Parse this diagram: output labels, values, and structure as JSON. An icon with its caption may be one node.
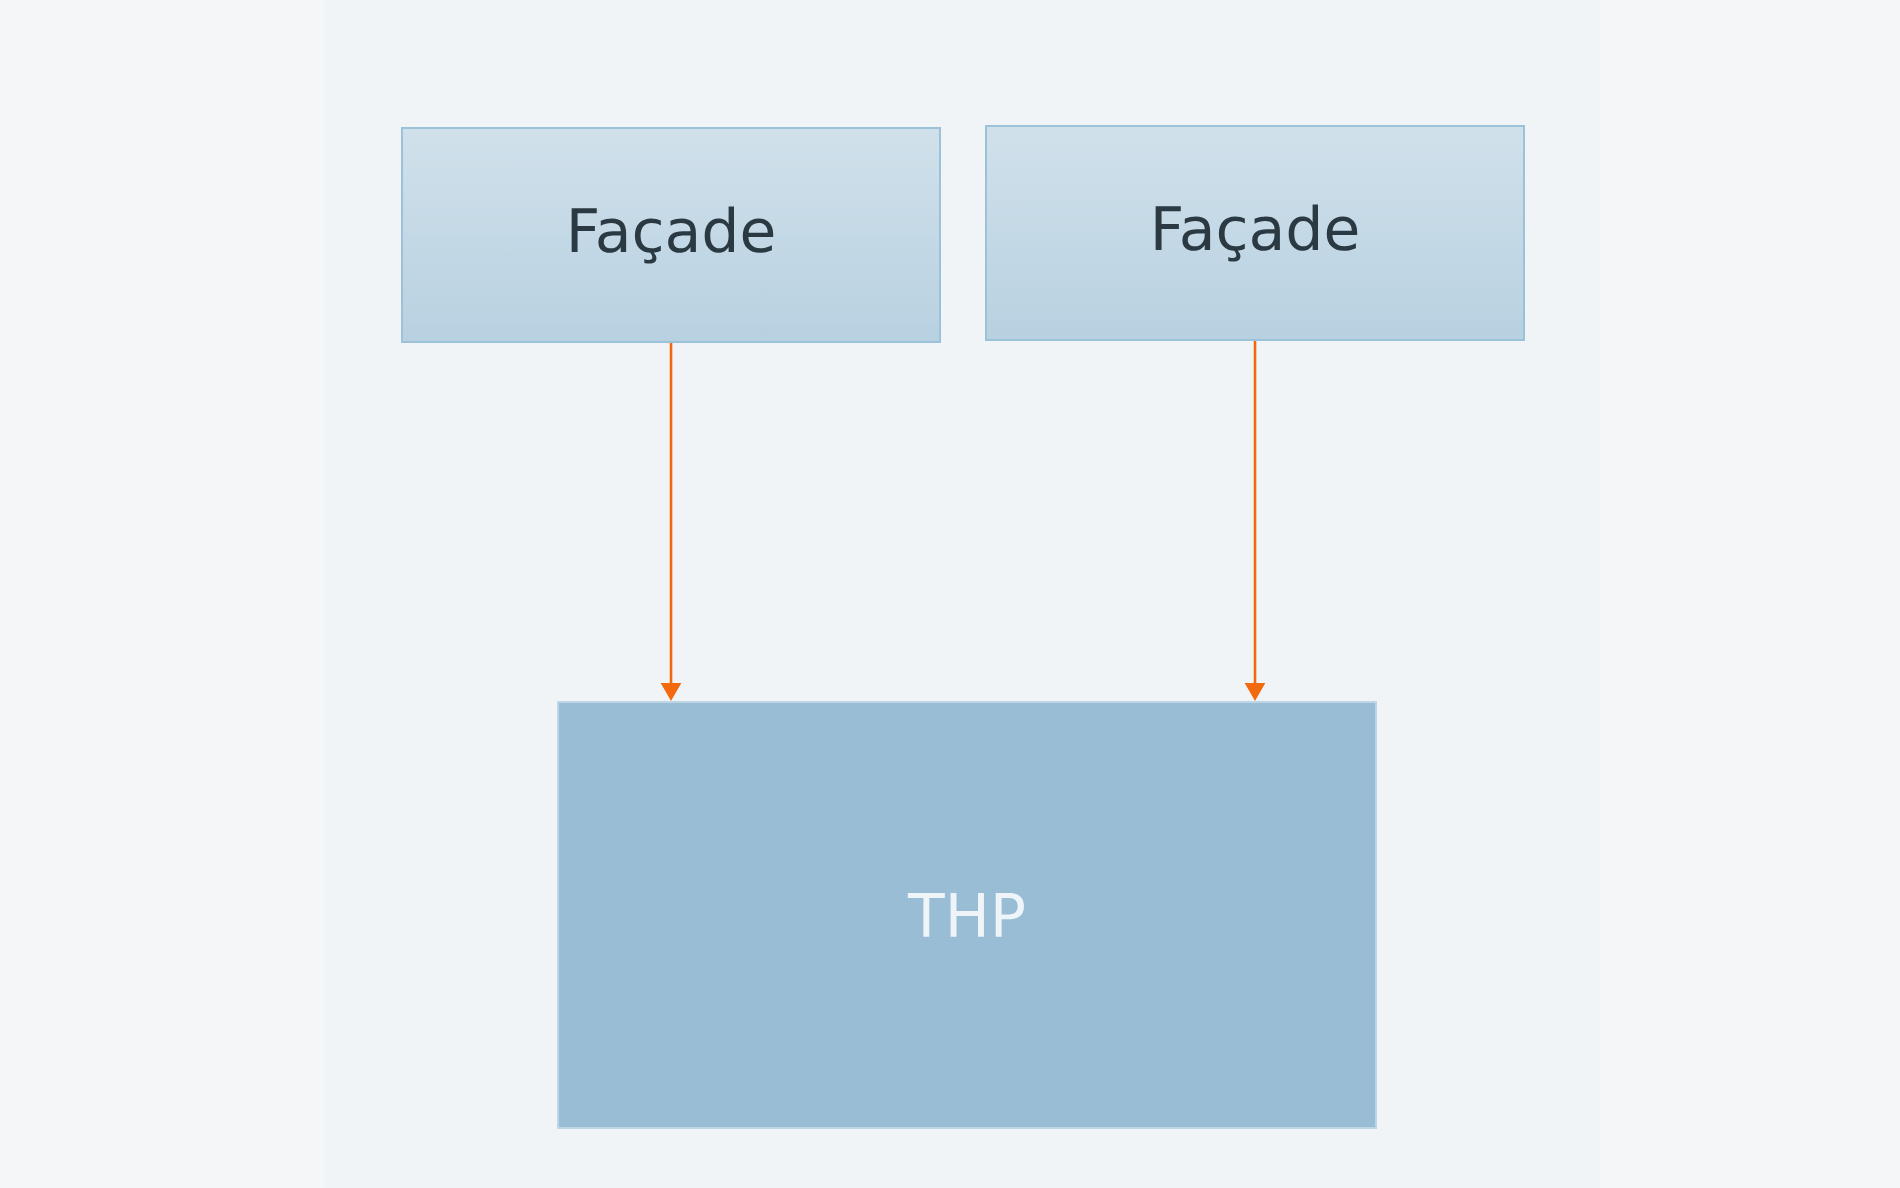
{
  "diagram": {
    "nodes": [
      {
        "text": [
          "Façade"
        ]
      },
      {
        "text": [
          "Façade"
        ]
      },
      {
        "text": [
          "THP"
        ]
      }
    ],
    "edges": [
      {
        "from": 0,
        "to": 2,
        "arrow": "to"
      },
      {
        "from": 1,
        "to": 2,
        "arrow": "to"
      }
    ]
  }
}
